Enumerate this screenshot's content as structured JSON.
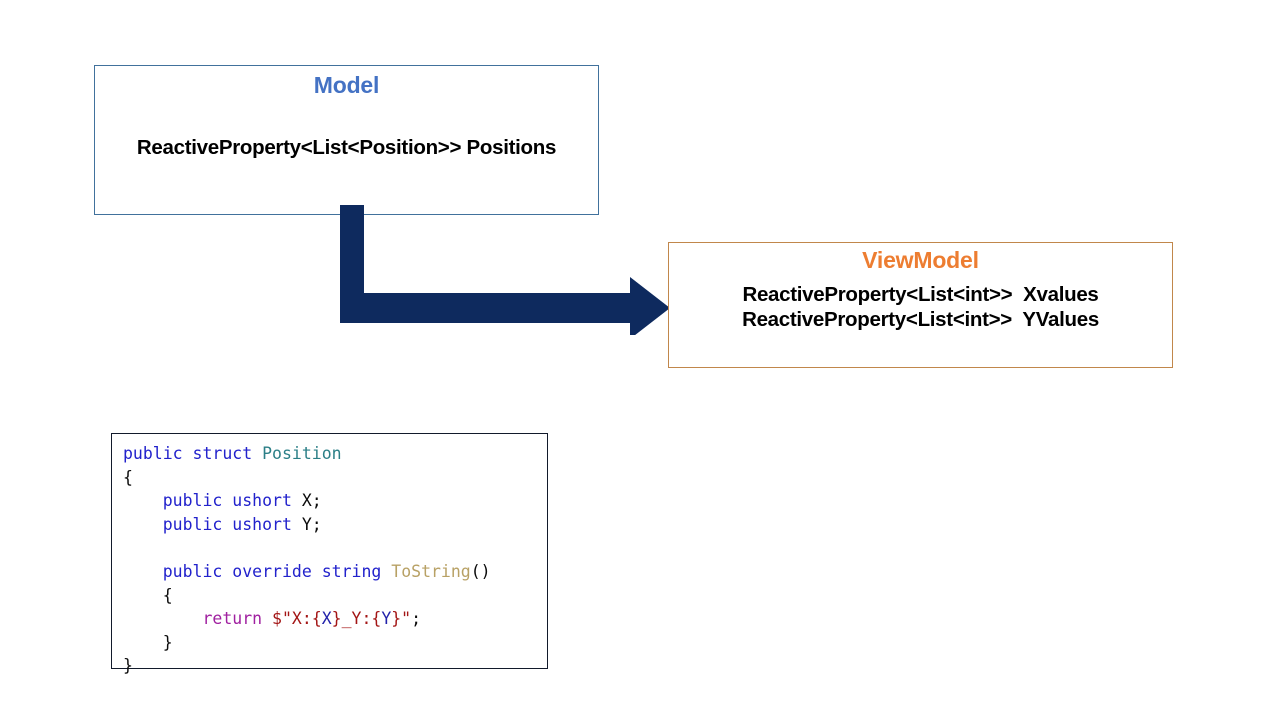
{
  "diagram": {
    "title": "MVVM Model / ViewModel mapping diagram",
    "colors": {
      "model_title": "#4472C4",
      "model_border": "#41719C",
      "viewmodel_title": "#ED7D31",
      "viewmodel_border": "#C1874B",
      "arrow": "#0E2A5E",
      "code_border": "#121A2B"
    },
    "model": {
      "title": "Model",
      "members": [
        "ReactiveProperty<List<Position>>  Positions"
      ]
    },
    "viewmodel": {
      "title": "ViewModel",
      "members": [
        "ReactiveProperty<List<int>>  Xvalues",
        "ReactiveProperty<List<int>>  YValues"
      ]
    },
    "arrow": {
      "label": "",
      "from": "model",
      "to": "viewmodel",
      "shape": "elbow-right-arrow"
    },
    "code": {
      "language": "csharp",
      "lines": [
        {
          "tokens": [
            {
              "t": "public",
              "c": "k"
            },
            {
              "t": " ",
              "c": "pl"
            },
            {
              "t": "struct",
              "c": "k"
            },
            {
              "t": " ",
              "c": "pl"
            },
            {
              "t": "Position",
              "c": "ty"
            }
          ]
        },
        {
          "tokens": [
            {
              "t": "{",
              "c": "pl"
            }
          ]
        },
        {
          "tokens": [
            {
              "t": "    ",
              "c": "pl"
            },
            {
              "t": "public",
              "c": "k"
            },
            {
              "t": " ",
              "c": "pl"
            },
            {
              "t": "ushort",
              "c": "k"
            },
            {
              "t": " X;",
              "c": "pl"
            }
          ]
        },
        {
          "tokens": [
            {
              "t": "    ",
              "c": "pl"
            },
            {
              "t": "public",
              "c": "k"
            },
            {
              "t": " ",
              "c": "pl"
            },
            {
              "t": "ushort",
              "c": "k"
            },
            {
              "t": " Y;",
              "c": "pl"
            }
          ]
        },
        {
          "tokens": [
            {
              "t": "",
              "c": "pl"
            }
          ]
        },
        {
          "tokens": [
            {
              "t": "    ",
              "c": "pl"
            },
            {
              "t": "public",
              "c": "k"
            },
            {
              "t": " ",
              "c": "pl"
            },
            {
              "t": "override",
              "c": "k"
            },
            {
              "t": " ",
              "c": "pl"
            },
            {
              "t": "string",
              "c": "k"
            },
            {
              "t": " ",
              "c": "pl"
            },
            {
              "t": "ToString",
              "c": "mt"
            },
            {
              "t": "()",
              "c": "pl"
            }
          ]
        },
        {
          "tokens": [
            {
              "t": "    {",
              "c": "pl"
            }
          ]
        },
        {
          "tokens": [
            {
              "t": "        ",
              "c": "pl"
            },
            {
              "t": "return",
              "c": "kr"
            },
            {
              "t": " ",
              "c": "pl"
            },
            {
              "t": "$\"X:{",
              "c": "st"
            },
            {
              "t": "X",
              "c": "iv"
            },
            {
              "t": "}_Y:{",
              "c": "st"
            },
            {
              "t": "Y",
              "c": "iv"
            },
            {
              "t": "}\"",
              "c": "st"
            },
            {
              "t": ";",
              "c": "pl"
            }
          ]
        },
        {
          "tokens": [
            {
              "t": "    }",
              "c": "pl"
            }
          ]
        },
        {
          "tokens": [
            {
              "t": "}",
              "c": "pl"
            }
          ]
        }
      ]
    }
  }
}
